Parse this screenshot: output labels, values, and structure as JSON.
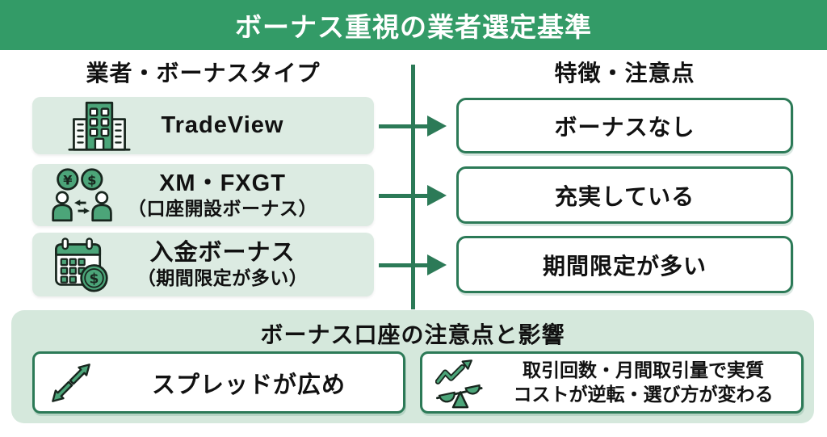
{
  "title": "ボーナス重視の業者選定基準",
  "columns": {
    "left_header": "業者・ボーナスタイプ",
    "right_header": "特徴・注意点"
  },
  "rows": [
    {
      "icon": "building-icon",
      "label": "TradeView",
      "sublabel": "",
      "feature": "ボーナスなし"
    },
    {
      "icon": "currency-exchange-icon",
      "label": "XM・FXGT",
      "sublabel": "（口座開設ボーナス）",
      "feature": "充実している"
    },
    {
      "icon": "calendar-coin-icon",
      "label": "入金ボーナス",
      "sublabel": "（期間限定が多い）",
      "feature": "期間限定が多い"
    }
  ],
  "bottom": {
    "title": "ボーナス口座の注意点と影響",
    "items": [
      {
        "icon": "spread-arrows-icon",
        "lines": [
          "スプレッドが広め",
          ""
        ]
      },
      {
        "icon": "chart-scale-icon",
        "lines": [
          "取引回数・月間取引量で実質",
          "コストが逆転・選び方が変わる"
        ]
      }
    ]
  },
  "colors": {
    "header_green": "#339b67",
    "line_green": "#2c7a57",
    "card_light_green": "#dcebe2",
    "panel_green": "#d5e8dc",
    "icon_green": "#4ca579",
    "icon_outline": "#18261e",
    "text": "#111111"
  }
}
